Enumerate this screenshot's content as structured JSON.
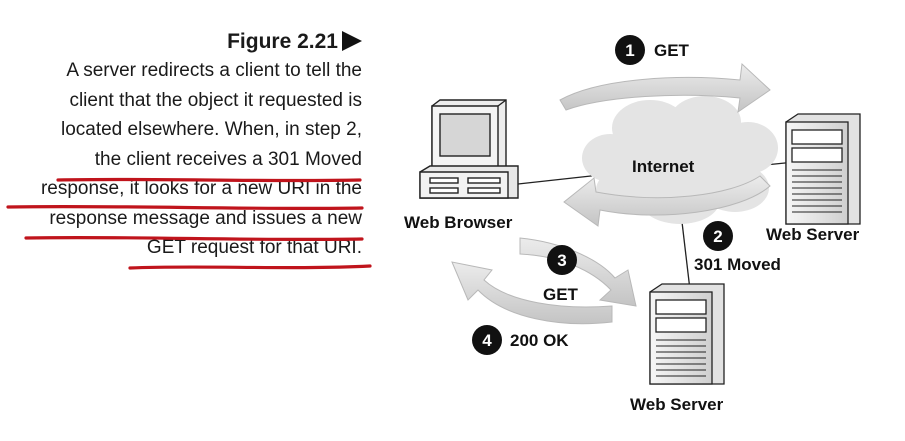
{
  "caption": {
    "title": "Figure 2.21",
    "lines": [
      "A server redirects a client to tell the",
      "client that the object it requested is",
      "located elsewhere. When, in step 2,",
      "the client receives a 301 Moved",
      "response, it looks for a new URI in the",
      "response message and issues a new",
      "GET request for that URI."
    ]
  },
  "diagram": {
    "cloud_label": "Internet",
    "browser_label": "Web Browser",
    "server1_label": "Web Server",
    "server2_label": "Web Server",
    "steps": [
      {
        "num": "1",
        "label": "GET"
      },
      {
        "num": "2",
        "label": "301 Moved"
      },
      {
        "num": "3",
        "label": "GET"
      },
      {
        "num": "4",
        "label": "200 OK"
      }
    ]
  },
  "colors": {
    "underline": "#c0141c",
    "cloud": "#e4e4e4",
    "arrow": "#d4d4d4",
    "badge": "#111111"
  }
}
